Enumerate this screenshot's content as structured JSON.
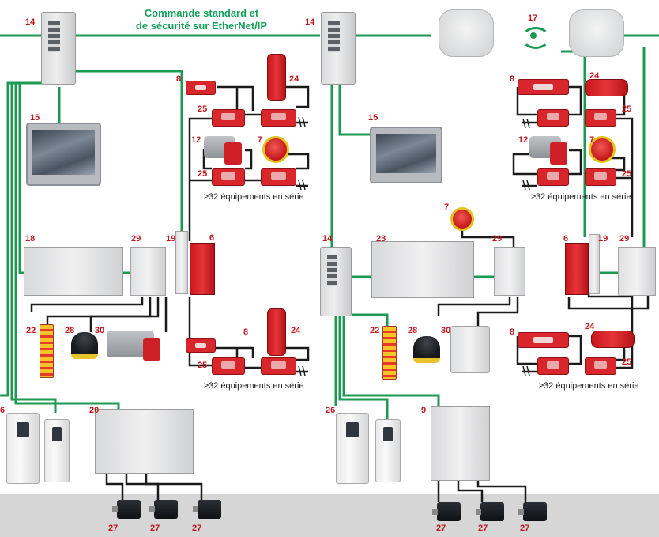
{
  "title_line1": "Commande standard et",
  "title_line2": "de sécurité sur EtherNet/IP",
  "chain_text": "≥32 équipements en série",
  "colors": {
    "ethernet": "#1c9a52",
    "cable": "#1b1b1b",
    "label": "#c0181e",
    "title": "#15a05a",
    "floor": "#d6d6d6"
  },
  "labels": {
    "l14a": "14",
    "l15a": "15",
    "l18": "18",
    "l29a": "29",
    "l19a": "19",
    "l6a": "6",
    "l22a": "22",
    "l28a": "28",
    "l30a": "30",
    "l8a": "8",
    "l24a": "24",
    "l25a": "25",
    "l12a": "12",
    "l7a": "7",
    "l25b": "25",
    "l8b": "8",
    "l24b": "24",
    "l25c": "25",
    "l6b": "6",
    "l20": "20",
    "l27a": "27",
    "l27b": "27",
    "l27c": "27",
    "l14b": "14",
    "l17": "17",
    "l15b": "15",
    "l14c": "14",
    "l23": "23",
    "l7b": "7",
    "l29b": "29",
    "l22b": "22",
    "l28b": "28",
    "l30b": "30",
    "l8c": "8",
    "l24c": "24",
    "l25d": "25",
    "l12b": "12",
    "l7c": "7",
    "l25e": "25",
    "l6c": "6",
    "l19b": "19",
    "l29c": "29",
    "l8d": "8",
    "l24d": "24",
    "l25f": "25",
    "l26": "26",
    "l9": "9",
    "l27d": "27",
    "l27e": "27",
    "l27f": "27"
  },
  "icons": {
    "switch": "ethernet-switch-icon",
    "hmi": "hmi-panel-icon",
    "relay": "safety-relay-icon",
    "door_switch": "door-interlock-switch-icon",
    "tap": "distribution-tap-icon",
    "estop": "emergency-stop-icon",
    "motor": "servo-motor-icon",
    "wifi": "wireless-signal-icon"
  }
}
